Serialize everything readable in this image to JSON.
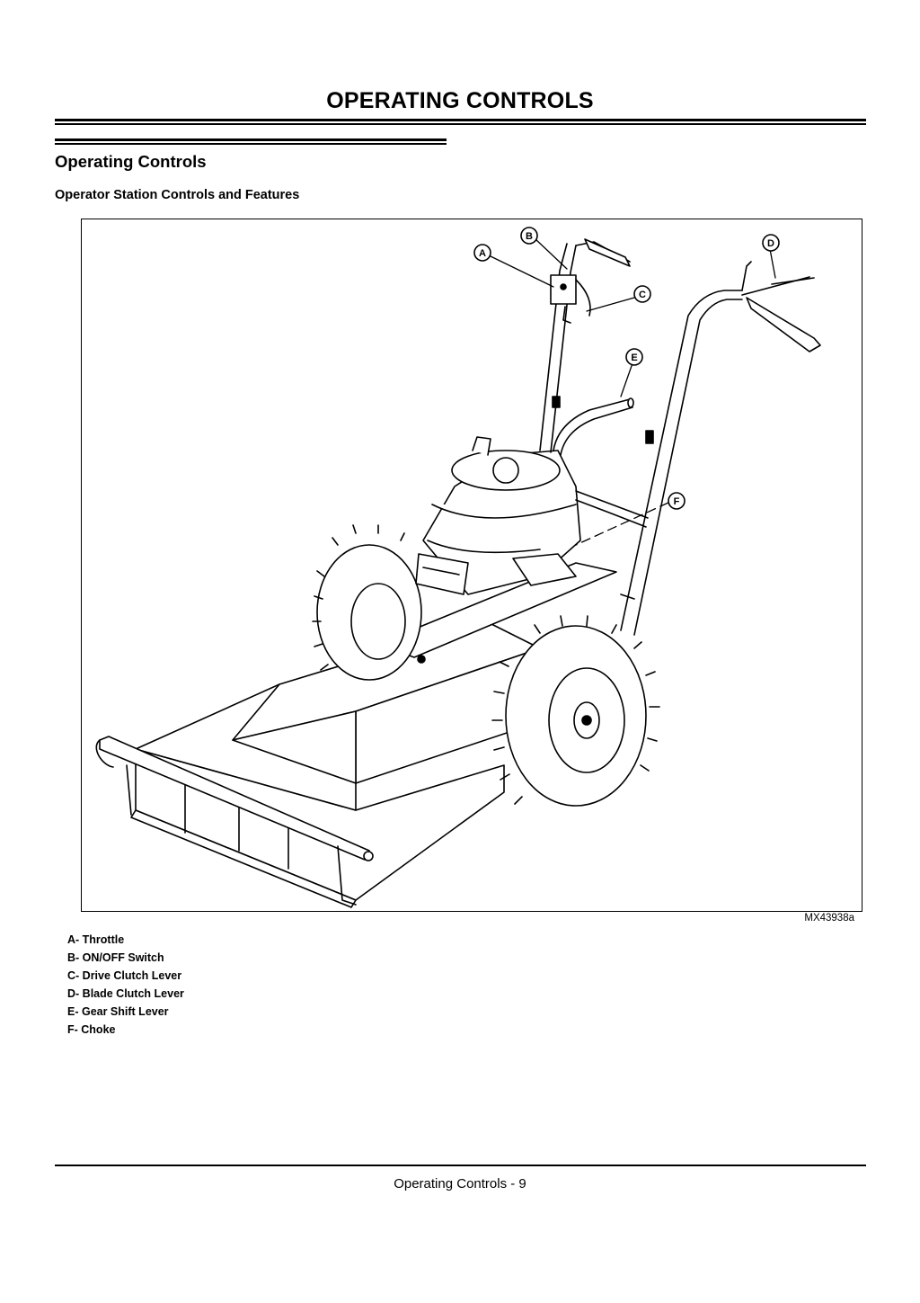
{
  "header": {
    "title": "OPERATING CONTROLS"
  },
  "section": {
    "title": "Operating Controls",
    "subtitle": "Operator Station Controls and Features"
  },
  "figure": {
    "id": "MX43938a",
    "callouts": [
      "A",
      "B",
      "C",
      "D",
      "E",
      "F"
    ]
  },
  "legend": [
    "A- Throttle",
    "B- ON/OFF Switch",
    "C- Drive Clutch Lever",
    "D- Blade Clutch Lever",
    "E- Gear Shift Lever",
    "F- Choke"
  ],
  "footer": {
    "text": "Operating Controls - 9"
  }
}
